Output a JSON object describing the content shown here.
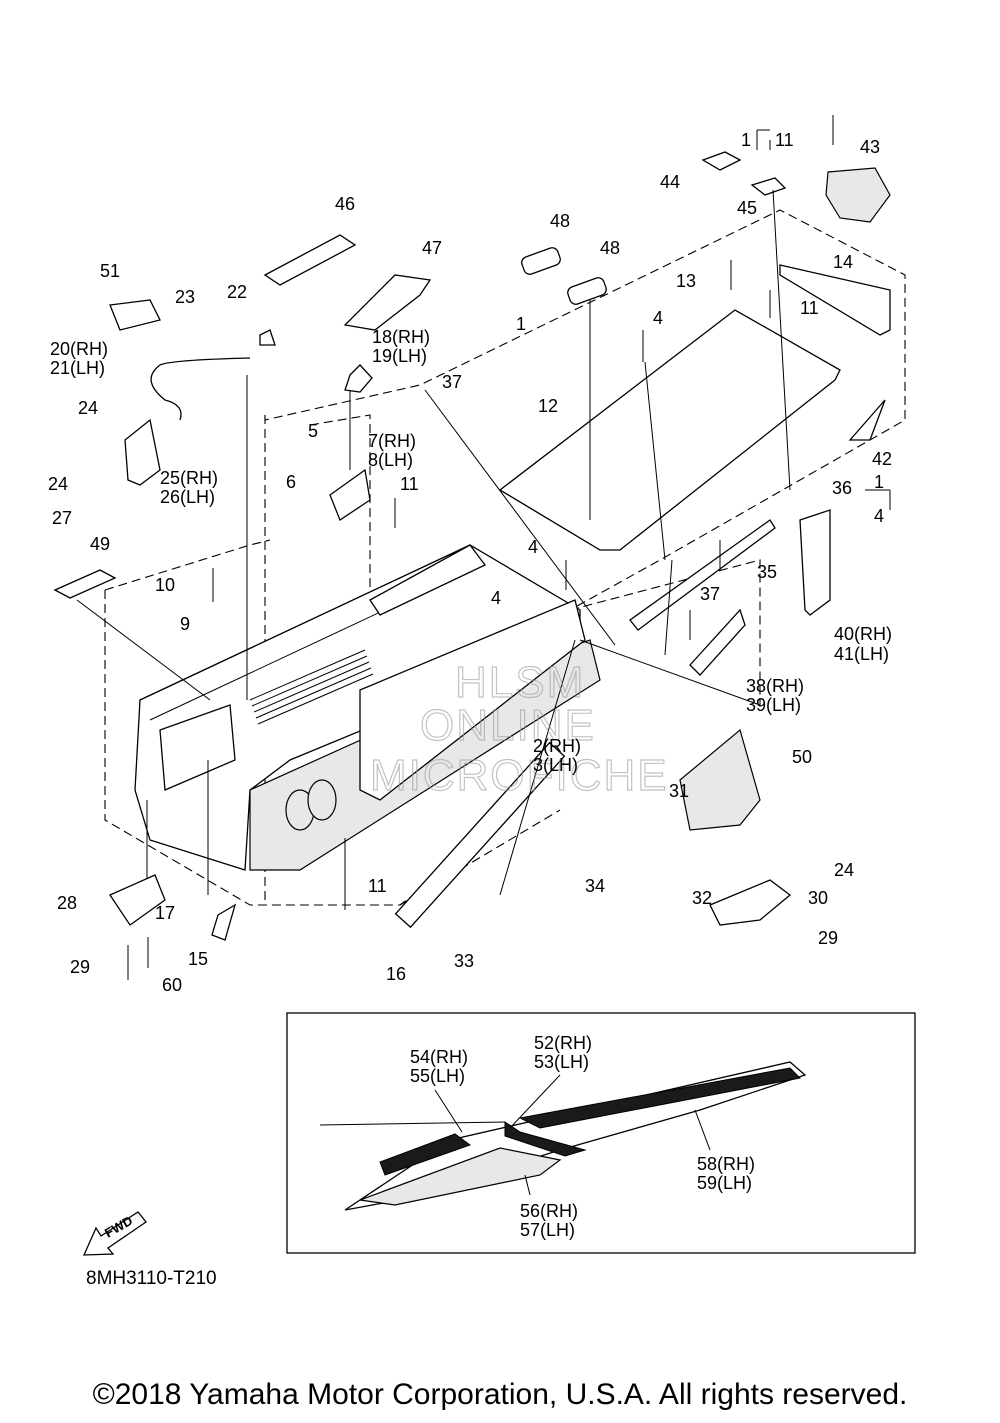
{
  "diagram": {
    "code": "8MH3110-T210",
    "copyright": "©2018 Yamaha Motor Corporation, U.S.A. All rights reserved.",
    "watermark": [
      "HLSM",
      "ONLINE",
      "MICROFICHE"
    ],
    "fwd_arrow": "FWD",
    "callouts": {
      "c1_top": "1",
      "c11_top": "11",
      "c43": "43",
      "c44": "44",
      "c45": "45",
      "c46": "46",
      "c47": "47",
      "c48a": "48",
      "c48b": "48",
      "c51": "51",
      "c23": "23",
      "c22": "22",
      "c20": "20(RH)",
      "c21": "21(LH)",
      "c18": "18(RH)",
      "c19": "19(LH)",
      "c37a": "37",
      "c1_mid": "1",
      "c4_mid": "4",
      "c13": "13",
      "c14": "14",
      "c11_right": "11",
      "c24a": "24",
      "c25": "25(RH)",
      "c26": "26(LH)",
      "c24b": "24",
      "c27": "27",
      "c12": "12",
      "c42": "42",
      "c36": "36",
      "c1_br": "1",
      "c4_br": "4",
      "c5": "5",
      "c7": "7(RH)",
      "c8": "8(LH)",
      "c6": "6",
      "c11_mid": "11",
      "c49": "49",
      "c10": "10",
      "c9": "9",
      "c4_left": "4",
      "c4_center": "4",
      "c35": "35",
      "c37b": "37",
      "c40": "40(RH)",
      "c41": "41(LH)",
      "c38": "38(RH)",
      "c39": "39(LH)",
      "c2": "2(RH)",
      "c3": "3(LH)",
      "c50": "50",
      "c31": "31",
      "c24c": "24",
      "c32": "32",
      "c30": "30",
      "c29b": "29",
      "c34": "34",
      "c11_low": "11",
      "c28": "28",
      "c17": "17",
      "c15": "15",
      "c29a": "29",
      "c60": "60",
      "c16": "16",
      "c33": "33",
      "c54": "54(RH)",
      "c55": "55(LH)",
      "c52": "52(RH)",
      "c53": "53(LH)",
      "c58": "58(RH)",
      "c59": "59(LH)",
      "c56": "56(RH)",
      "c57": "57(LH)"
    }
  }
}
